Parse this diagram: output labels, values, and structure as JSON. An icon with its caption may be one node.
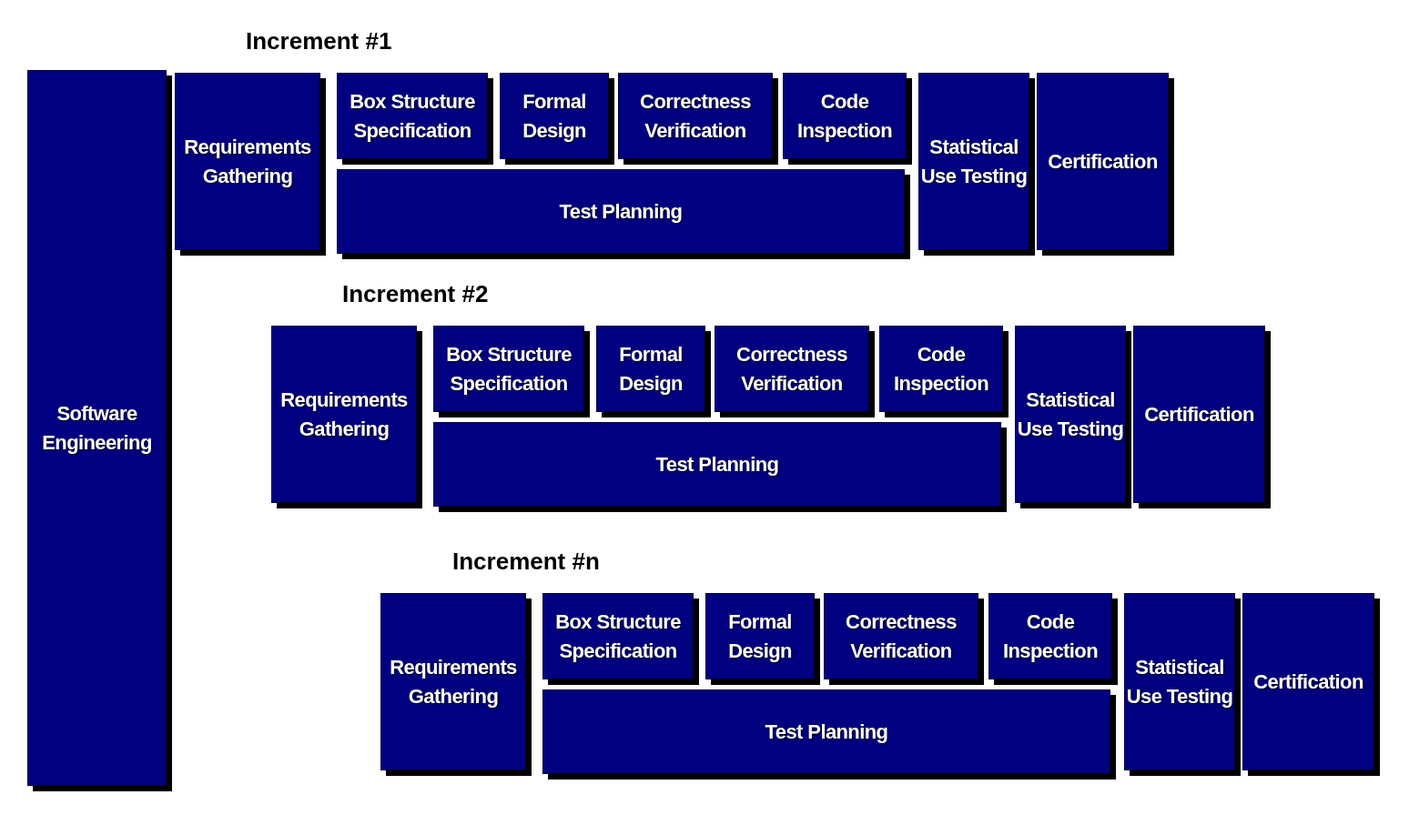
{
  "diagram": {
    "nodes": [
      {
        "text": [
          "Software Engineering"
        ]
      },
      {
        "text": [
          "Requirements Gathering"
        ]
      },
      {
        "text": [
          "Box Structure Specification"
        ]
      },
      {
        "text": [
          "Formal Design"
        ]
      },
      {
        "text": [
          "Correctness Verification"
        ]
      },
      {
        "text": [
          "Code Inspection"
        ]
      },
      {
        "text": [
          "Test Planning"
        ]
      },
      {
        "text": [
          "Statistical Use Testing"
        ]
      },
      {
        "text": [
          "Certification"
        ]
      },
      {
        "text": [
          "Requirements Gathering"
        ]
      },
      {
        "text": [
          "Box Structure Specification"
        ]
      },
      {
        "text": [
          "Formal Design"
        ]
      },
      {
        "text": [
          "Correctness Verification"
        ]
      },
      {
        "text": [
          "Code Inspection"
        ]
      },
      {
        "text": [
          "Test Planning"
        ]
      },
      {
        "text": [
          "Statistical Use Testing"
        ]
      },
      {
        "text": [
          "Certification"
        ]
      },
      {
        "text": [
          "Requirements Gathering"
        ]
      },
      {
        "text": [
          "Box Structure Specification"
        ]
      },
      {
        "text": [
          "Formal Design"
        ]
      },
      {
        "text": [
          "Correctness Verification"
        ]
      },
      {
        "text": [
          "Code Inspection"
        ]
      },
      {
        "text": [
          "Test Planning"
        ]
      },
      {
        "text": [
          "Statistical Use Testing"
        ]
      },
      {
        "text": [
          "Certification"
        ]
      }
    ],
    "labels": [
      "Increment #1",
      "Increment #2",
      "Increment #n"
    ]
  }
}
